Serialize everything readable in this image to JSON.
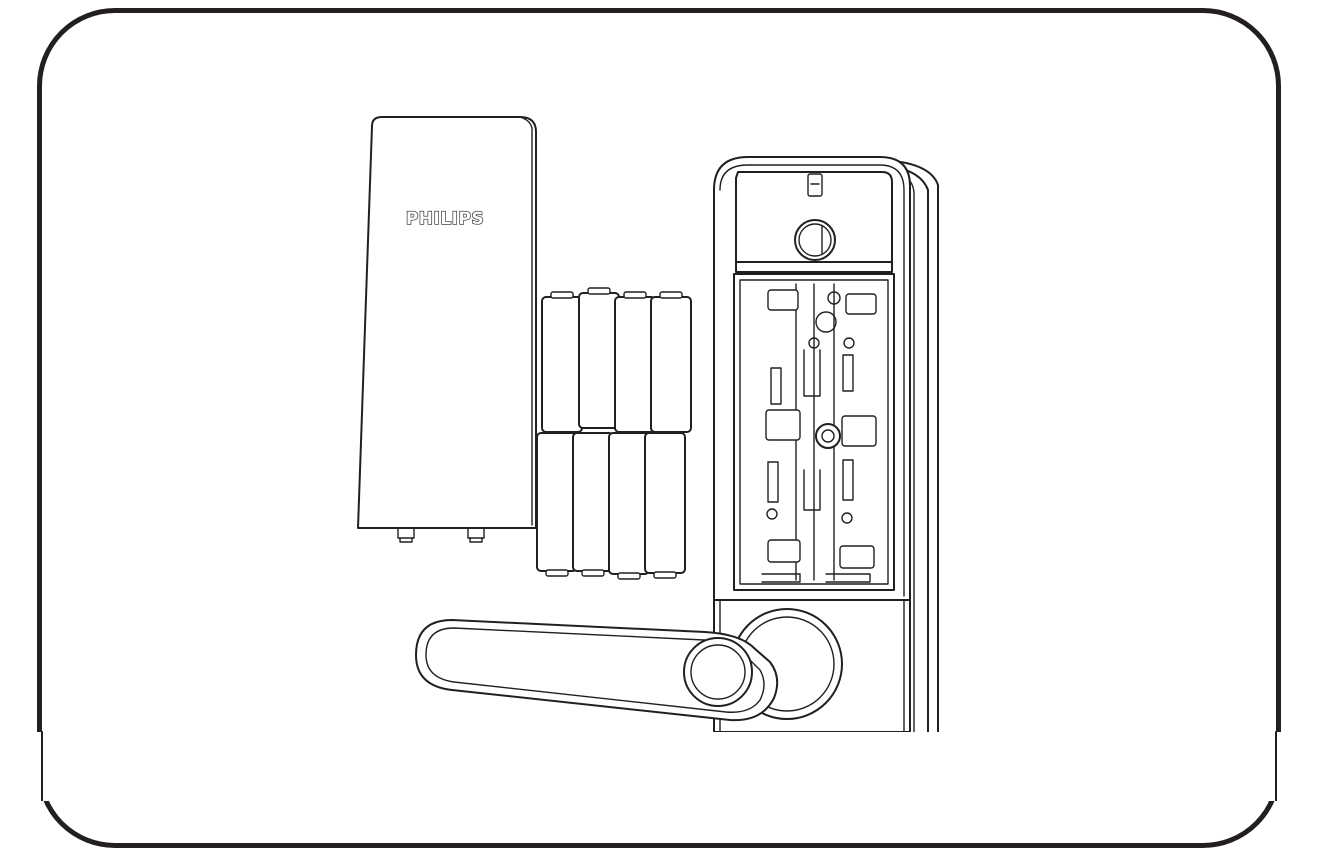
{
  "figure": {
    "brand_logo": "PHILIPS",
    "line_color": "#231f20",
    "background_color": "#ffffff",
    "battery_count": 8,
    "parts": [
      "battery-cover",
      "aa-batteries",
      "door-lock-battery-compartment",
      "door-lever-handle"
    ]
  }
}
